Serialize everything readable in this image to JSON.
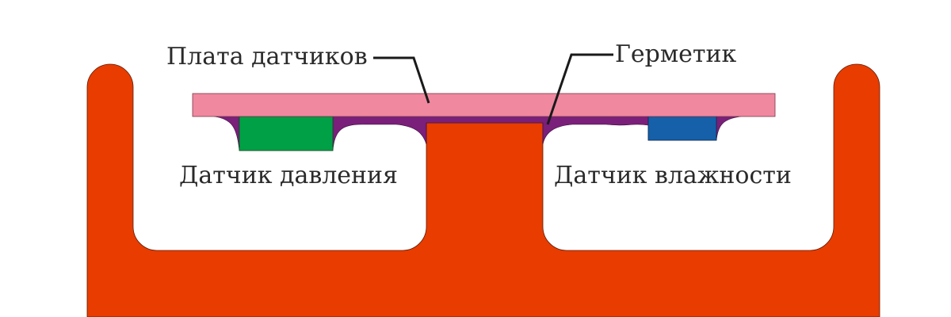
{
  "labels": {
    "board": "Плата датчиков",
    "sealant": "Герметик",
    "pressure_sensor": "Датчик давления",
    "humidity_sensor": "Датчик влажности"
  },
  "colors": {
    "housing": "#e83c00",
    "board": "#f088a0",
    "sealant": "#7a1f7a",
    "pressure_sensor": "#00a046",
    "humidity_sensor": "#1560a8",
    "leader": "#1a1a1a"
  }
}
